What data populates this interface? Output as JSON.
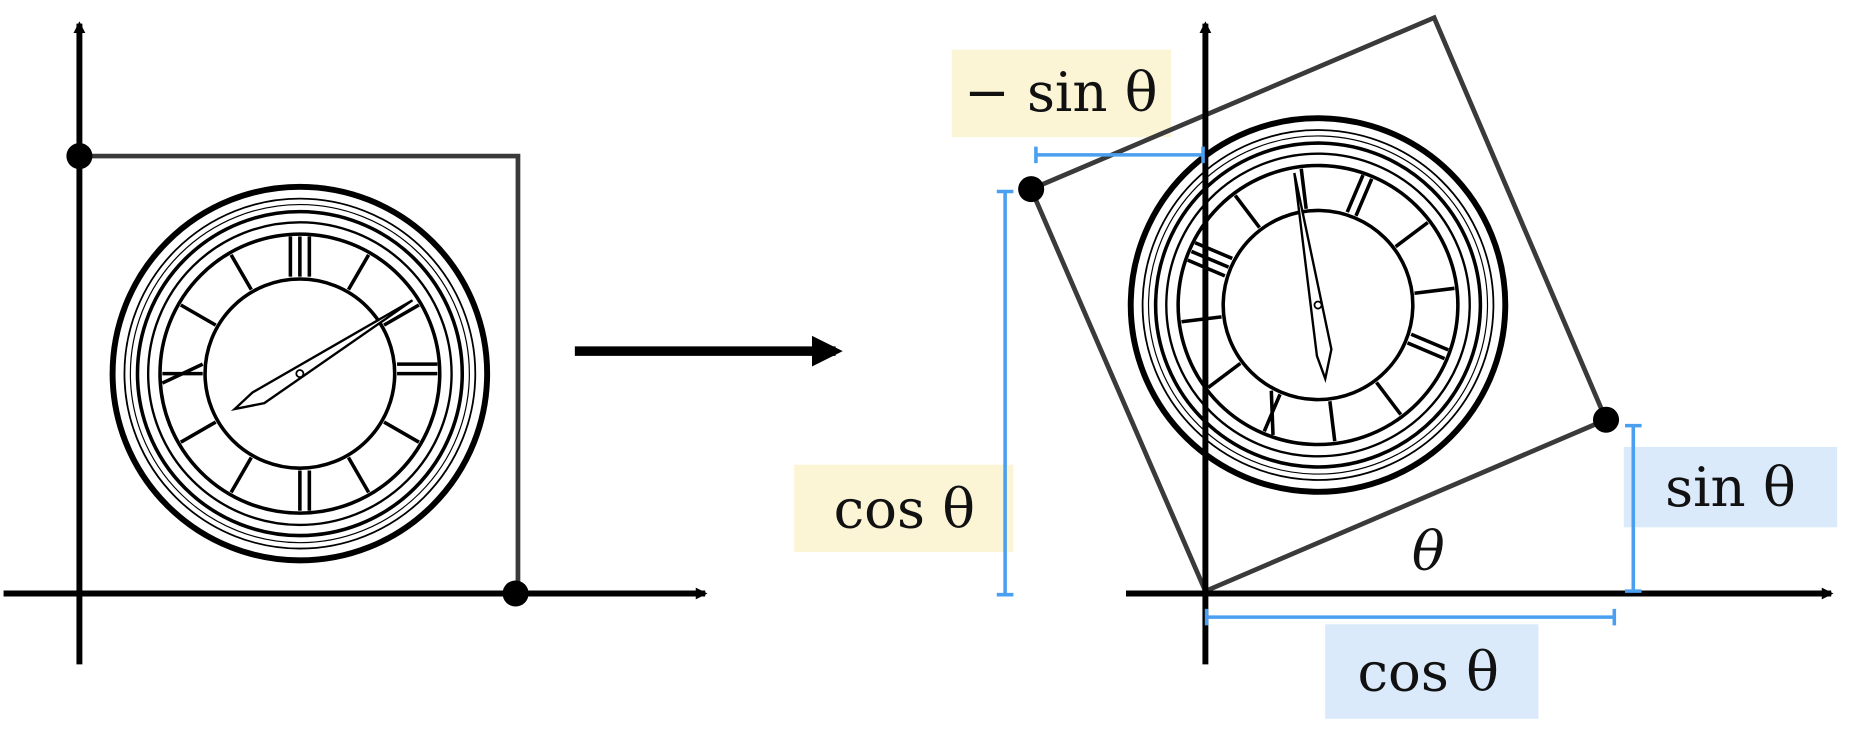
{
  "labels": {
    "neg_sin": "− sin θ",
    "cos_left": "cos θ",
    "sin_right": "sin θ",
    "cos_bottom": "cos θ",
    "theta": "θ"
  },
  "colors": {
    "yellow_box": "#fbf5d6",
    "blue_box": "#dbeafb",
    "bracket": "#4a9ff0",
    "axis": "#000000",
    "square": "#3a3a3a"
  },
  "rotation_deg": 23
}
